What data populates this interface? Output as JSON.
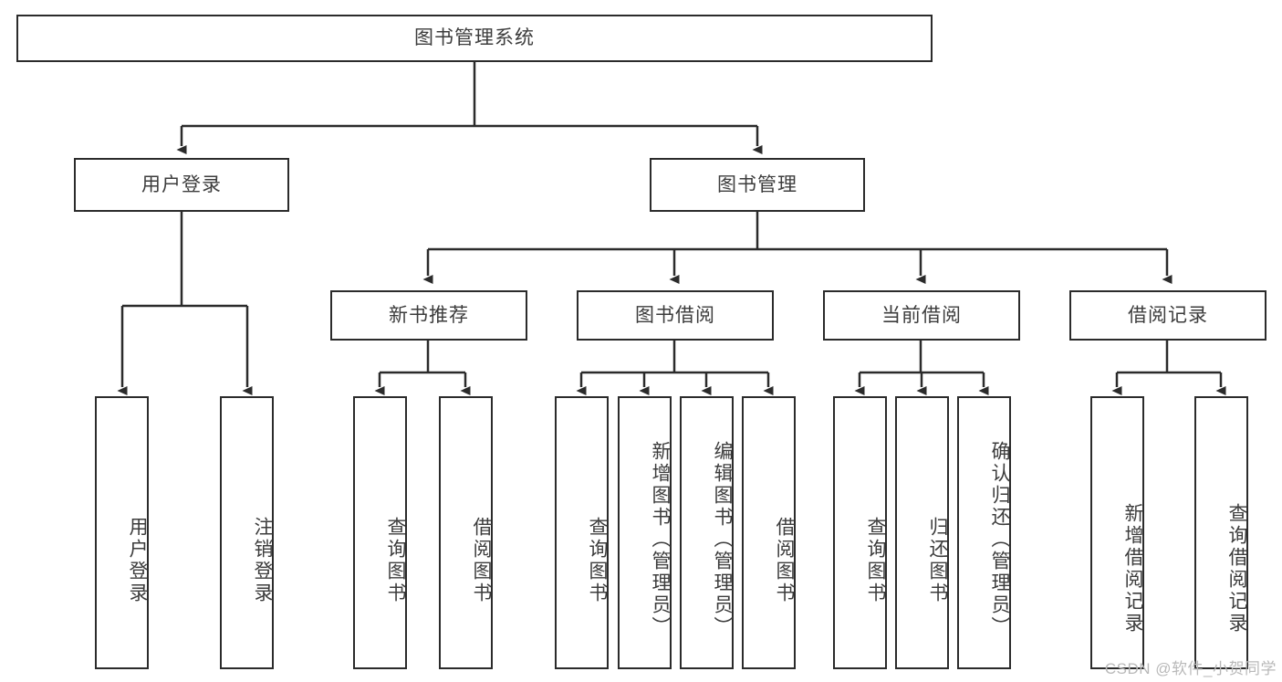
{
  "diagram": {
    "title": "图书管理系统",
    "type": "functional-decomposition-tree",
    "root": {
      "label": "图书管理系统"
    },
    "level2": [
      {
        "id": "user-login",
        "label": "用户登录"
      },
      {
        "id": "book-management",
        "label": "图书管理"
      }
    ],
    "level3": [
      {
        "id": "new-book-recommend",
        "label": "新书推荐"
      },
      {
        "id": "book-borrow",
        "label": "图书借阅"
      },
      {
        "id": "current-borrow",
        "label": "当前借阅"
      },
      {
        "id": "borrow-record",
        "label": "借阅记录"
      }
    ],
    "leaves": [
      {
        "id": "leaf-user-login",
        "label": "用户登录"
      },
      {
        "id": "leaf-user-logout",
        "label": "注销登录"
      },
      {
        "id": "leaf-query-book-1",
        "label": "查询图书"
      },
      {
        "id": "leaf-borrow-book-1",
        "label": "借阅图书"
      },
      {
        "id": "leaf-query-book-2",
        "label": "查询图书"
      },
      {
        "id": "leaf-add-book",
        "label": "新增图书（管理员）"
      },
      {
        "id": "leaf-edit-book",
        "label": "编辑图书（管理员）"
      },
      {
        "id": "leaf-borrow-book-2",
        "label": "借阅图书"
      },
      {
        "id": "leaf-query-book-3",
        "label": "查询图书"
      },
      {
        "id": "leaf-return-book",
        "label": "归还图书"
      },
      {
        "id": "leaf-confirm-return",
        "label": "确认归还（管理员）"
      },
      {
        "id": "leaf-add-record",
        "label": "新增借阅记录"
      },
      {
        "id": "leaf-query-record",
        "label": "查询借阅记录"
      }
    ]
  },
  "watermark": {
    "text": "CSDN @软件_小贺同学"
  },
  "colors": {
    "stroke": "#2b2b2b",
    "text": "#3c3c3c",
    "background": "#ffffff",
    "watermark": "#b9b9b9"
  }
}
